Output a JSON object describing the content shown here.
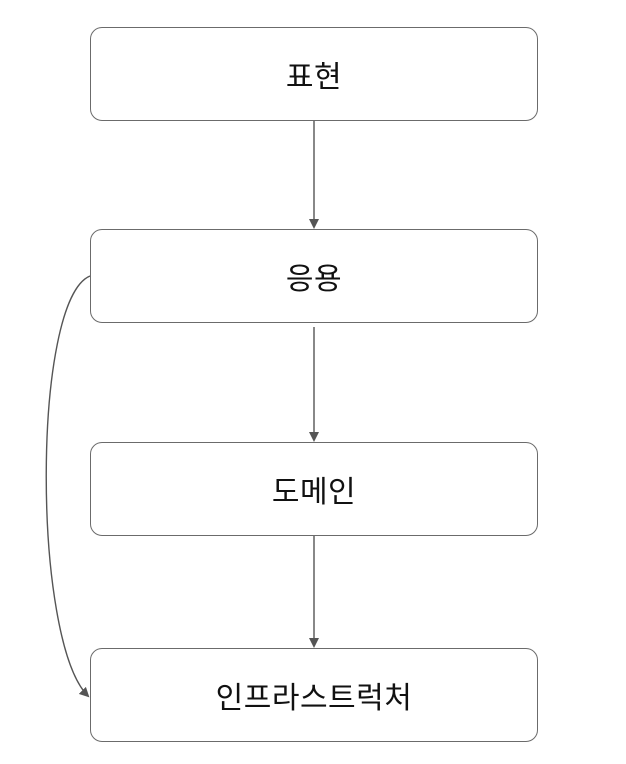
{
  "diagram": {
    "nodes": [
      {
        "id": "presentation",
        "label": "표현"
      },
      {
        "id": "application",
        "label": "응용"
      },
      {
        "id": "domain",
        "label": "도메인"
      },
      {
        "id": "infrastructure",
        "label": "인프라스트럭처"
      }
    ],
    "edges": [
      {
        "from": "presentation",
        "to": "application"
      },
      {
        "from": "application",
        "to": "domain"
      },
      {
        "from": "domain",
        "to": "infrastructure"
      },
      {
        "from": "application",
        "to": "infrastructure"
      }
    ]
  },
  "colors": {
    "stroke": "#6b6b6b",
    "text": "#111111",
    "background": "#ffffff"
  }
}
